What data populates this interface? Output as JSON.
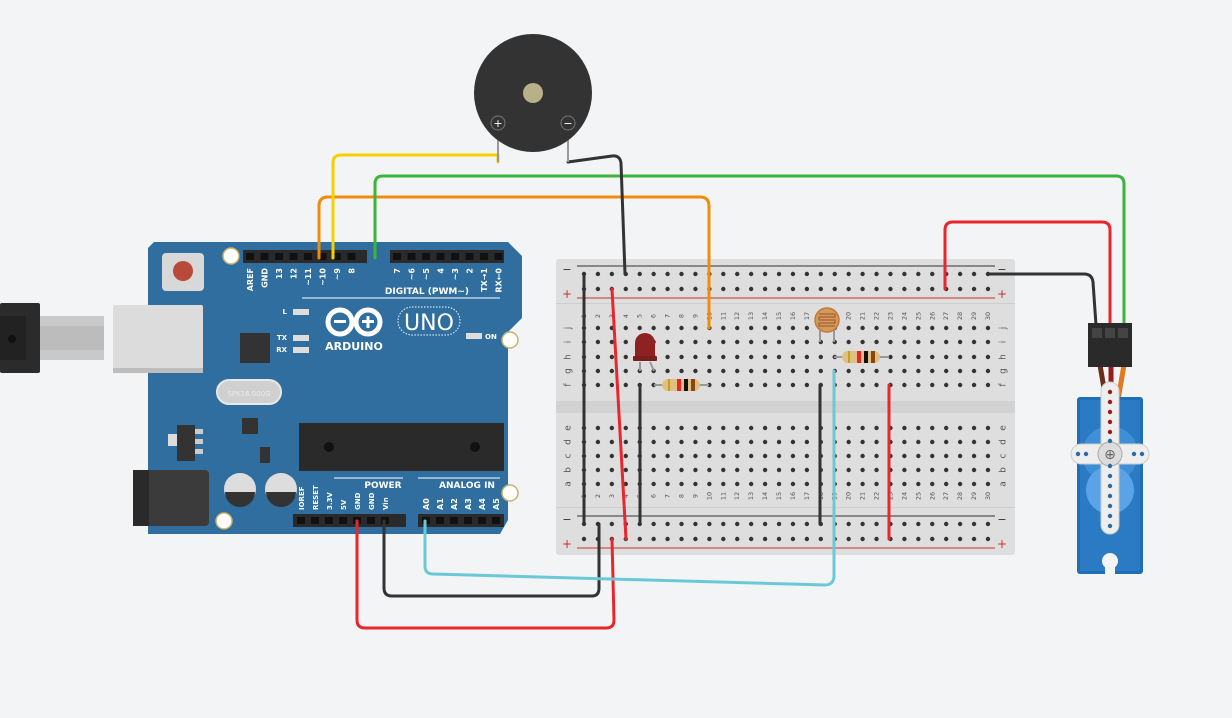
{
  "arduino": {
    "logo_text": "ARDUINO",
    "model": "UNO",
    "digital_label": "DIGITAL (PWM~)",
    "power_label": "POWER",
    "analog_label": "ANALOG IN",
    "on_label": "ON",
    "l_label": "L",
    "tx_label": "TX",
    "rx_label": "RX",
    "crystal_label": "SPK16.000G",
    "digital_pins_left": [
      "AREF",
      "GND",
      "13",
      "12",
      "~11",
      "~10",
      "~9",
      "8"
    ],
    "digital_pins_right": [
      "7",
      "~6",
      "~5",
      "4",
      "~3",
      "2",
      "TX→1",
      "RX←0"
    ],
    "power_pins": [
      "IOREF",
      "RESET",
      "3.3V",
      "5V",
      "GND",
      "GND",
      "Vin"
    ],
    "analog_pins": [
      "A0",
      "A1",
      "A2",
      "A3",
      "A4",
      "A5"
    ]
  },
  "breadboard": {
    "columns": 30,
    "rows_top": [
      "j",
      "i",
      "h",
      "g",
      "f"
    ],
    "rows_bottom": [
      "e",
      "d",
      "c",
      "b",
      "a"
    ],
    "rail_minus": "−",
    "rail_plus": "+"
  },
  "buzzer": {
    "plus": "+",
    "minus": "−"
  },
  "wires": [
    {
      "name": "wire-pin12-to-bb",
      "color": "#f08c0a"
    },
    {
      "name": "wire-pin11-to-buzzer",
      "color": "#f5d000"
    },
    {
      "name": "wire-pin8-to-servo",
      "color": "#3cb43c"
    },
    {
      "name": "wire-buzzer-gnd",
      "color": "#333333"
    },
    {
      "name": "wire-5v",
      "color": "#e8262c"
    },
    {
      "name": "wire-gnd",
      "color": "#333333"
    },
    {
      "name": "wire-a0",
      "color": "#6cc8d6"
    },
    {
      "name": "wire-servo-power",
      "color": "#e8262c"
    },
    {
      "name": "wire-servo-gnd",
      "color": "#333333"
    }
  ],
  "colors": {
    "board": "#2f6e9e",
    "board_dark": "#255b85",
    "header": "#2a2a2a",
    "breadboard": "#dedede",
    "rail_red": "#c83232",
    "servo": "#1f6fb8"
  }
}
